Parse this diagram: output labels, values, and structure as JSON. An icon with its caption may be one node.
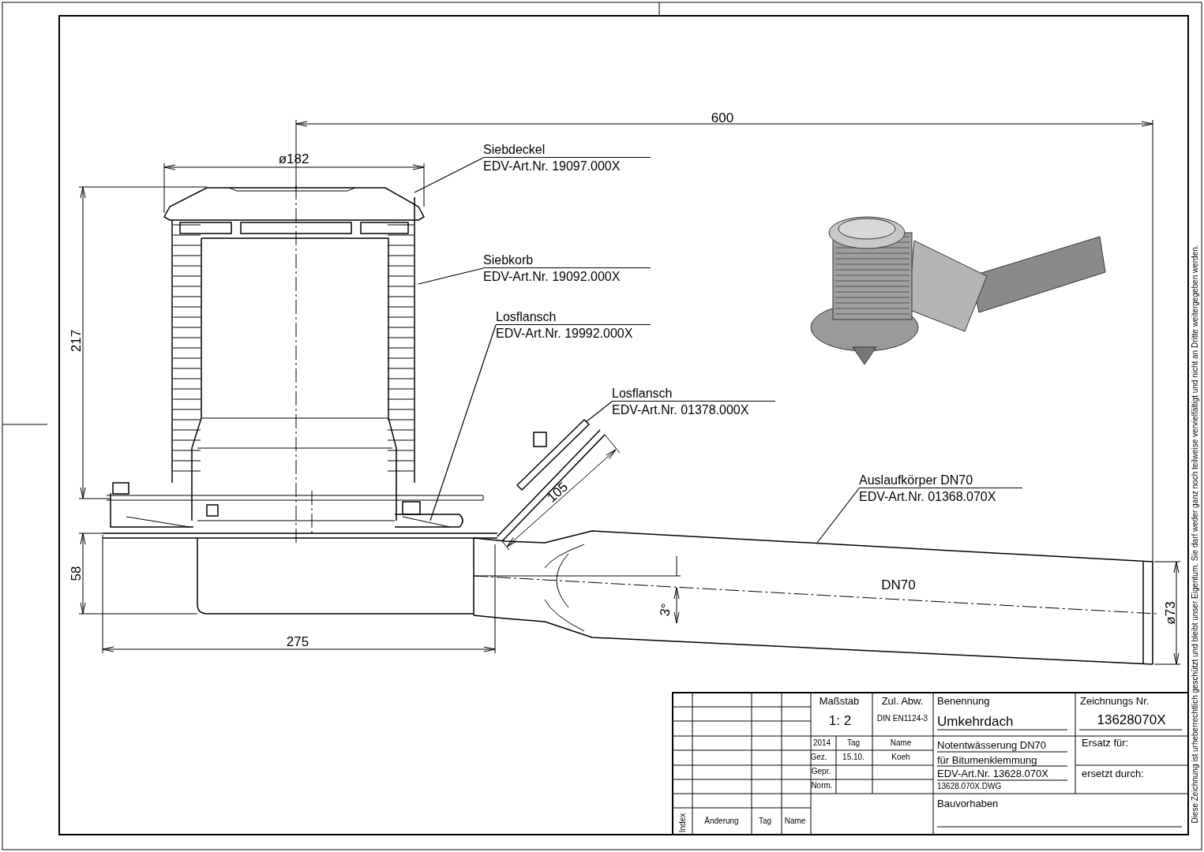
{
  "diagram": {
    "nodes": [
      {
        "text": [
          "Siebdeckel",
          "EDV-Art.Nr. 19097.000X"
        ]
      },
      {
        "text": [
          "Siebkorb",
          "EDV-Art.Nr. 19092.000X"
        ]
      },
      {
        "text": [
          "Losflansch",
          "EDV-Art.Nr. 19992.000X"
        ]
      },
      {
        "text": [
          "Losflansch",
          "EDV-Art.Nr. 01378.000X"
        ]
      },
      {
        "text": [
          "Auslaufkörper DN70",
          "EDV-Art.Nr. 01368.070X"
        ]
      }
    ],
    "edges": [
      {
        "from": 0,
        "to": null,
        "arrow": "none"
      },
      {
        "from": 1,
        "to": null,
        "arrow": "none"
      },
      {
        "from": 2,
        "to": null,
        "arrow": "none"
      },
      {
        "from": 3,
        "to": null,
        "arrow": "none"
      },
      {
        "from": 4,
        "to": null,
        "arrow": "none"
      }
    ],
    "labels": [
      "600",
      "ø182",
      "217",
      "58",
      "275",
      "105",
      "3°",
      "DN70",
      "ø73",
      "Maßstab",
      "Zul. Abw.",
      "Benennung",
      "Zeichnungs Nr.",
      "1: 2",
      "DIN EN1124-3",
      "Umkehrdach",
      "13628070X",
      "2014",
      "Tag",
      "Name",
      "Notentwässerung DN70",
      "Ersatz für:",
      "Gez.",
      "15.10.",
      "Koeh",
      "für Bitumenklemmung",
      "Gepr.",
      "EDV-Art.Nr. 13628.070X",
      "ersetzt durch:",
      "Norm.",
      "13628.070X.DWG",
      "Bauvorhaben",
      "Index",
      "Änderung",
      "Tag",
      "Name",
      "Diese Zeichnung ist urheberrechtlich geschützt und bleibt unser Eigentum. Sie darf weder ganz noch teilweise vervielfältigt und nicht an Dritte weitergegeben werden."
    ]
  }
}
